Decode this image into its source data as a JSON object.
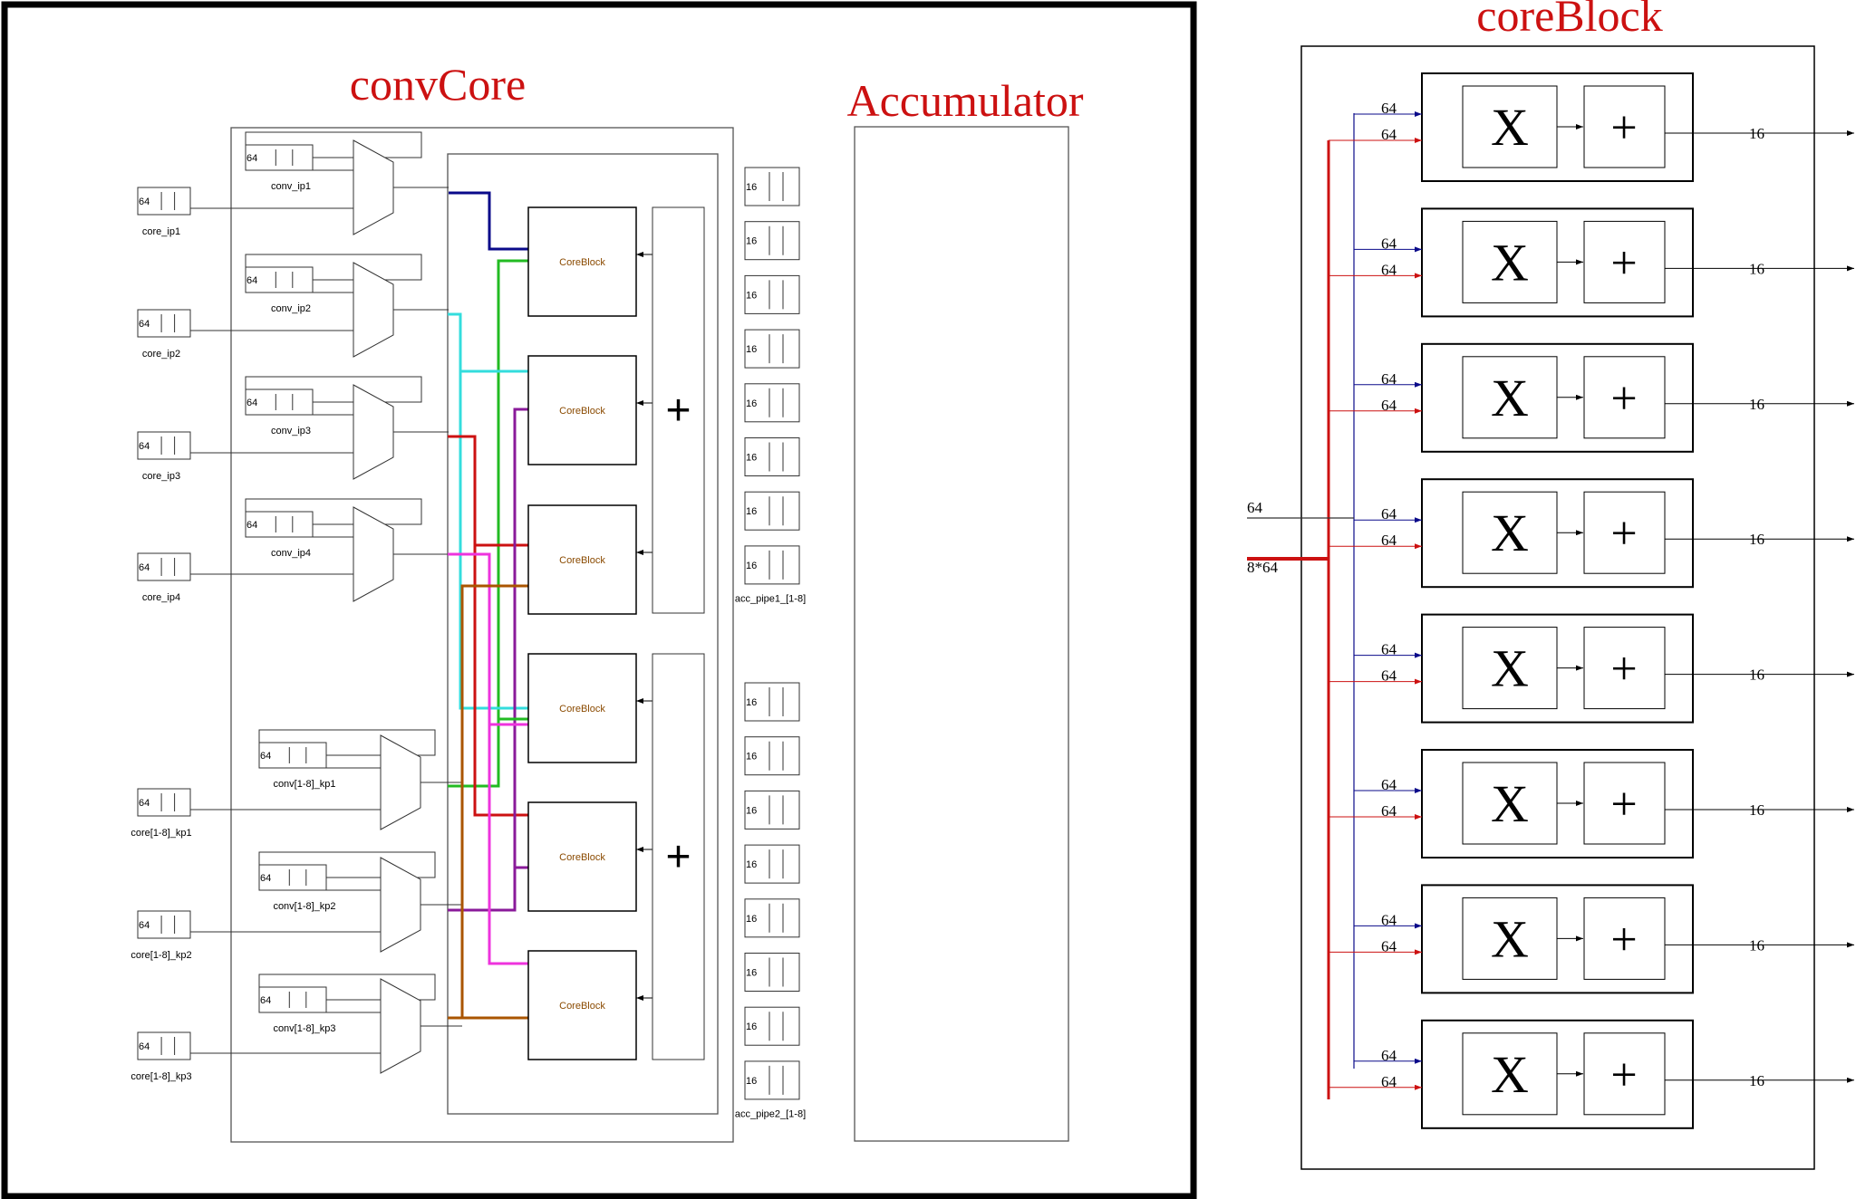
{
  "colors": {
    "title_red": "#cc1111",
    "core_label": "#8a4a00",
    "blue": "#0a0a8a",
    "green": "#22bb22",
    "cyan": "#33dddd",
    "red": "#cc1111",
    "purple": "#8a1a9a",
    "magenta": "#ee33dd",
    "brown": "#aa5500"
  },
  "titles": {
    "conv_core": "convCore",
    "accumulator": "Accumulator",
    "core_block": "coreBlock"
  },
  "conv_core": {
    "input_regs": [
      {
        "width": "64",
        "label": "core_ip1"
      },
      {
        "width": "64",
        "label": "core_ip2"
      },
      {
        "width": "64",
        "label": "core_ip3"
      },
      {
        "width": "64",
        "label": "core_ip4"
      },
      {
        "width": "64",
        "label": "core[1-8]_kp1"
      },
      {
        "width": "64",
        "label": "core[1-8]_kp2"
      },
      {
        "width": "64",
        "label": "core[1-8]_kp3"
      }
    ],
    "feedback_regs": [
      {
        "width": "64",
        "label": "conv_ip1"
      },
      {
        "width": "64",
        "label": "conv_ip2"
      },
      {
        "width": "64",
        "label": "conv_ip3"
      },
      {
        "width": "64",
        "label": "conv_ip4"
      },
      {
        "width": "64",
        "label": "conv[1-8]_kp1"
      },
      {
        "width": "64",
        "label": "conv[1-8]_kp2"
      },
      {
        "width": "64",
        "label": "conv[1-8]_kp3"
      }
    ],
    "core_blocks": [
      "CoreBlock",
      "CoreBlock",
      "CoreBlock",
      "CoreBlock",
      "CoreBlock",
      "CoreBlock"
    ],
    "adders": [
      "+",
      "+"
    ],
    "pipe_width": "16",
    "pipe_groups": [
      "acc_pipe1_[1-8]",
      "acc_pipe2_[1-8]"
    ]
  },
  "core_block": {
    "input_a": "64",
    "input_b": "8*64",
    "rows": [
      {
        "in_a": "64",
        "in_b": "64",
        "mult": "X",
        "add": "+",
        "out": "16"
      },
      {
        "in_a": "64",
        "in_b": "64",
        "mult": "X",
        "add": "+",
        "out": "16"
      },
      {
        "in_a": "64",
        "in_b": "64",
        "mult": "X",
        "add": "+",
        "out": "16"
      },
      {
        "in_a": "64",
        "in_b": "64",
        "mult": "X",
        "add": "+",
        "out": "16"
      },
      {
        "in_a": "64",
        "in_b": "64",
        "mult": "X",
        "add": "+",
        "out": "16"
      },
      {
        "in_a": "64",
        "in_b": "64",
        "mult": "X",
        "add": "+",
        "out": "16"
      },
      {
        "in_a": "64",
        "in_b": "64",
        "mult": "X",
        "add": "+",
        "out": "16"
      },
      {
        "in_a": "64",
        "in_b": "64",
        "mult": "X",
        "add": "+",
        "out": "16"
      }
    ]
  }
}
